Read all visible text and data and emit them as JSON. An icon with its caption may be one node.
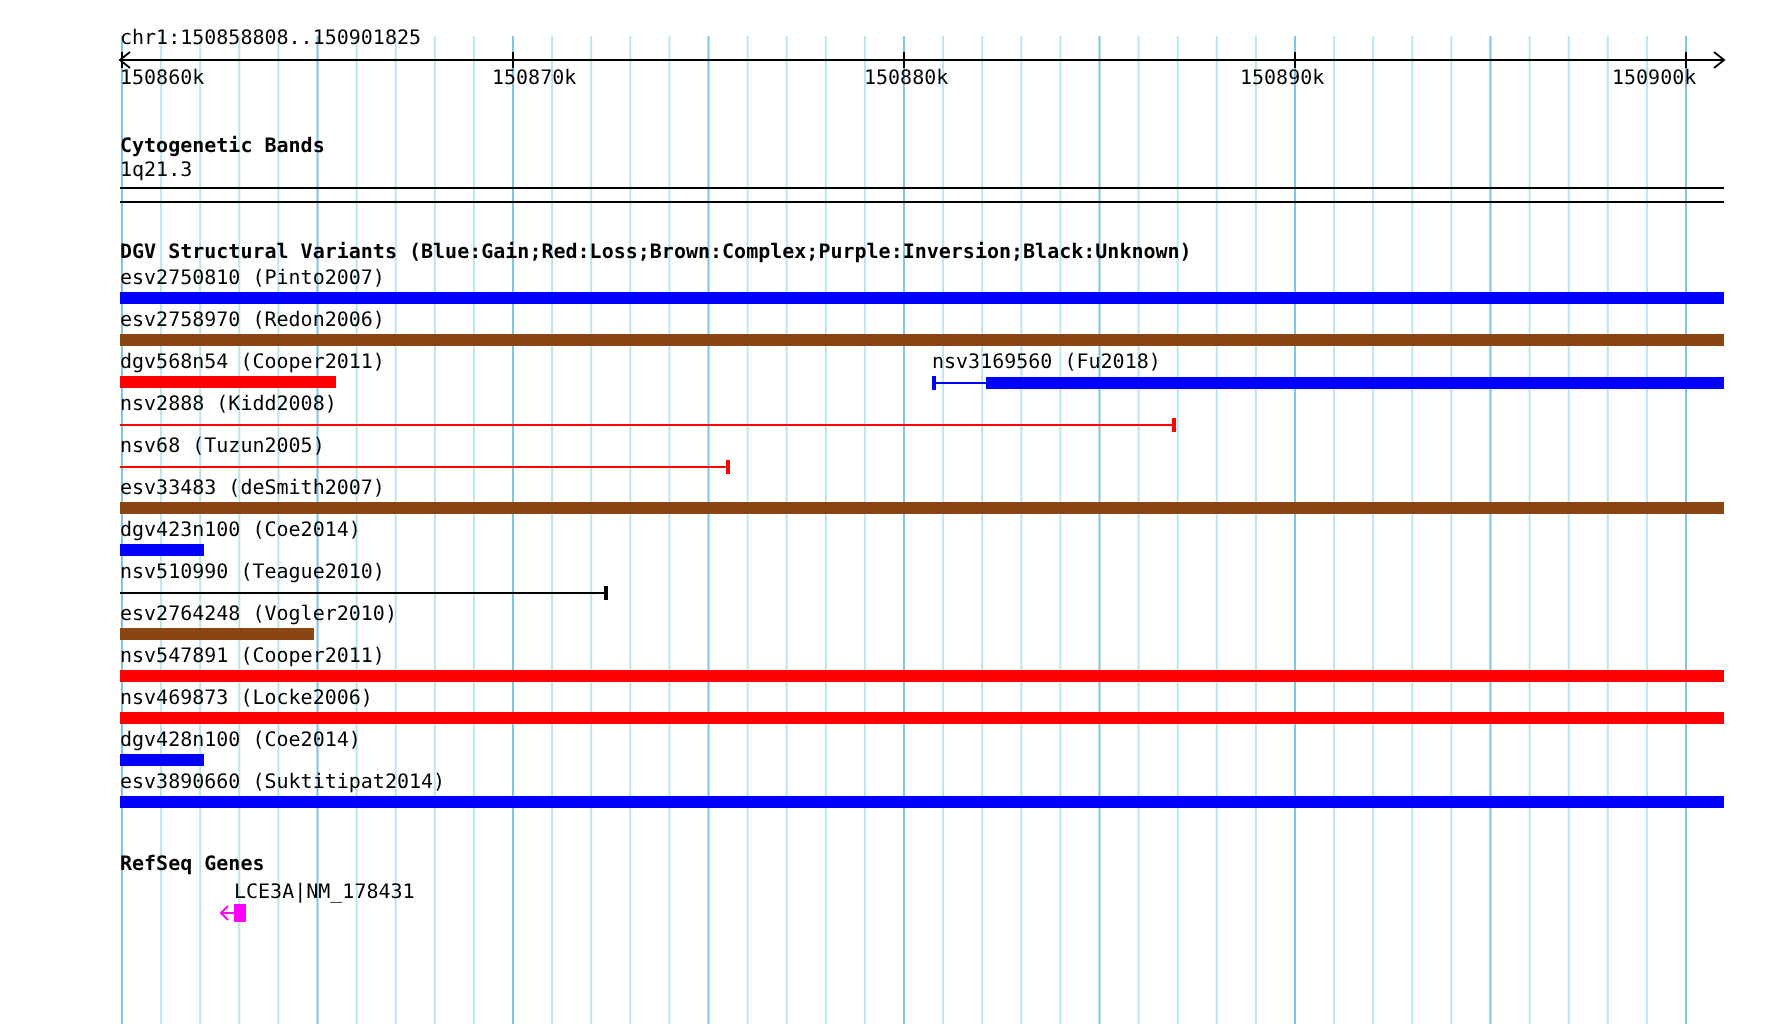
{
  "diagram": {
    "nodes": [
      {
        "text": [
          "1q21.3"
        ]
      },
      {
        "text": [
          "esv2750810 (Pinto2007)"
        ]
      },
      {
        "text": [
          "esv2758970 (Redon2006)"
        ]
      },
      {
        "text": [
          "dgv568n54 (Cooper2011)"
        ]
      },
      {
        "text": [
          "nsv3169560 (Fu2018)"
        ]
      },
      {
        "text": [
          "nsv2888 (Kidd2008)"
        ]
      },
      {
        "text": [
          "nsv68 (Tuzun2005)"
        ]
      },
      {
        "text": [
          "esv33483 (deSmith2007)"
        ]
      },
      {
        "text": [
          "dgv423n100 (Coe2014)"
        ]
      },
      {
        "text": [
          "nsv510990 (Teague2010)"
        ]
      },
      {
        "text": [
          "esv2764248 (Vogler2010)"
        ]
      },
      {
        "text": [
          "nsv547891 (Cooper2011)"
        ]
      },
      {
        "text": [
          "nsv469873 (Locke2006)"
        ]
      },
      {
        "text": [
          "dgv428n100 (Coe2014)"
        ]
      },
      {
        "text": [
          "esv3890660 (Suktitipat2014)"
        ]
      },
      {
        "text": [
          "LCE3A|NM_178431"
        ]
      }
    ],
    "labels": [
      "chr1:150858808..150901825",
      "150860k",
      "150870k",
      "150880k",
      "150890k",
      "150900k",
      "Cytogenetic Bands",
      "DGV Structural Variants (Blue:Gain;Red:Loss;Brown:Complex;Purple:Inversion;Black:Unknown)",
      "RefSeq Genes"
    ]
  }
}
